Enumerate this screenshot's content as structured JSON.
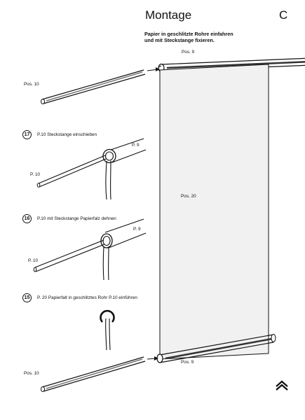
{
  "header": {
    "title": "Montage",
    "section_letter": "C"
  },
  "instruction": {
    "line1": "Papier in geschlitzte Rohre einfahren",
    "line2": "und mit Steckstange fixieren."
  },
  "labels": {
    "pos9_top": "Pos. 9",
    "pos9_bottom": "Pos. 9",
    "pos10_top": "Pos. 10",
    "pos10_bottom": "Pos. 10",
    "pos20": "Pos. 20"
  },
  "steps": [
    {
      "number": "17",
      "text": "P.10   Steckstange  einschieben",
      "p9": "P. 9",
      "p10": "P. 10"
    },
    {
      "number": "16",
      "text": "P.10   mit Steckstange  Papierfalz  dehnen",
      "p9": "P. 9",
      "p10": "P. 10"
    },
    {
      "number": "15",
      "text": "P. 20   Papierfalt in geschlitztes Rohr  P.10  einführen"
    }
  ],
  "icons": {
    "nav": "double-chevron-up-icon"
  }
}
